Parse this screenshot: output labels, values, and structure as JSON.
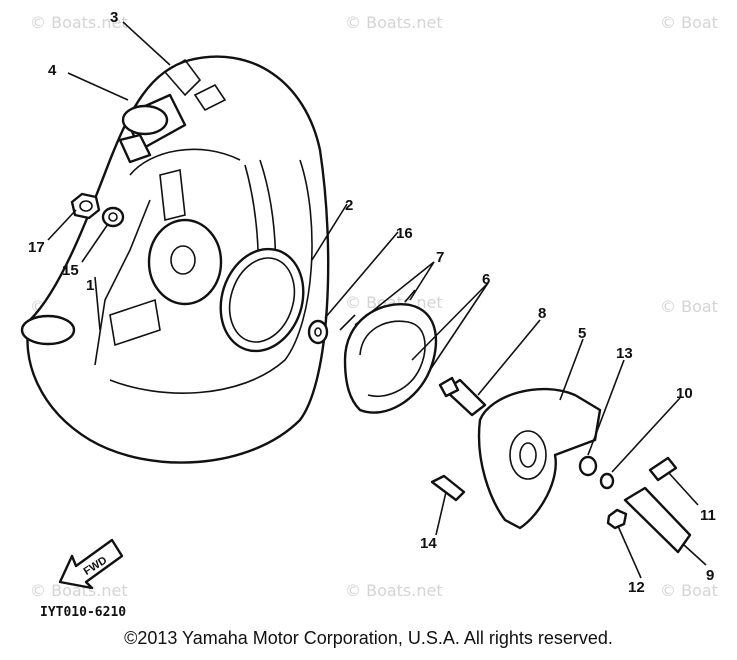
{
  "watermarks": [
    "© Boats.net",
    "© Boats.net",
    "© Boat",
    "© Boats.net",
    "© Boats.net",
    "© Boat",
    "© Boats.net",
    "© Boats.net",
    "© Boat"
  ],
  "callouts": {
    "c1": "1",
    "c2": "2",
    "c3": "3",
    "c4": "4",
    "c5": "5",
    "c6": "6",
    "c7": "7",
    "c8": "8",
    "c9": "9",
    "c10": "10",
    "c11": "11",
    "c12": "12",
    "c13": "13",
    "c14": "14",
    "c15": "15",
    "c16": "16",
    "c17": "17"
  },
  "fwd_label": "FWD",
  "diagram_code": "IYT010-6210",
  "copyright": "©2013 Yamaha Motor Corporation, U.S.A. All rights reserved."
}
